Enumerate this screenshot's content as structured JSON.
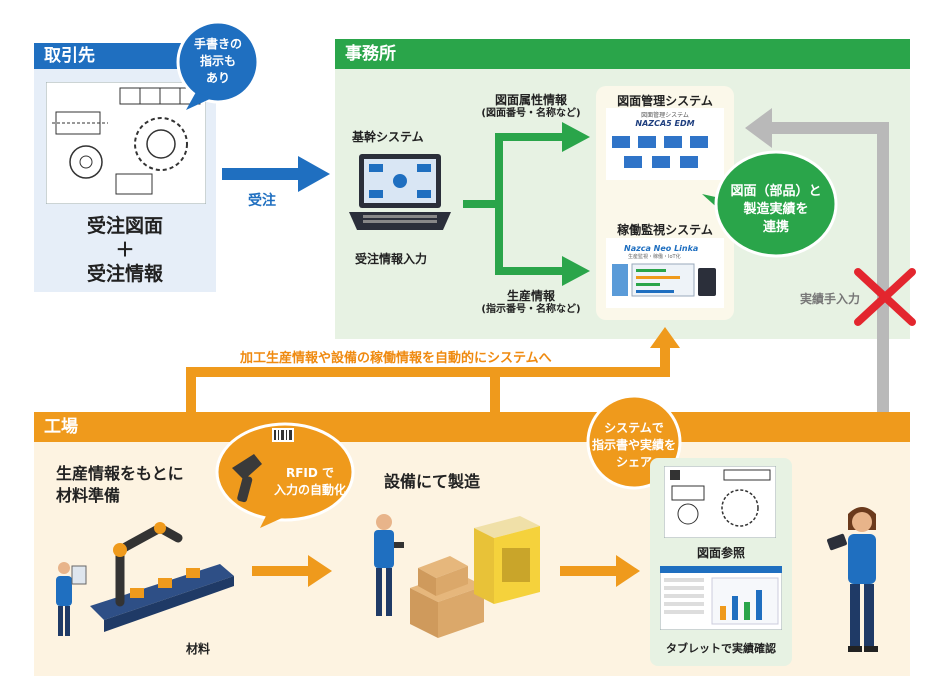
{
  "sections": {
    "client": "取引先",
    "office": "事務所",
    "factory": "工場"
  },
  "client": {
    "bubble": [
      "手書きの",
      "指示も",
      "あり"
    ],
    "caption_line1": "受注図面",
    "caption_plus": "＋",
    "caption_line2": "受注情報"
  },
  "flow": {
    "order": "受注",
    "core_system": "基幹システム",
    "order_entry": "受注情報入力",
    "drawing_attr": "図面属性情報",
    "drawing_attr_sub": "(図面番号・名称など)",
    "production_info": "生産情報",
    "production_info_sub": "(指示番号・名称など)",
    "manual_entry": "実績手入力",
    "auto_to_system": "加工生産情報や設備の稼働情報を自動的にシステムへ"
  },
  "systems": {
    "drawing_mgmt": "図面管理システム",
    "drawing_logo_small": "図面管理システム",
    "drawing_logo": "NAZCA5 EDM",
    "monitor": "稼働監視システム",
    "monitor_logo": "Nazca Neo Linka",
    "monitor_logo_sub": "生産監視・稼働・IoT化",
    "link_bubble": [
      "図面（部品）と",
      "製造実績を",
      "連携"
    ]
  },
  "factory": {
    "prep_line1": "生産情報をもとに",
    "prep_line2": "材料準備",
    "material": "材料",
    "rfid_bubble": [
      "RFID で",
      "入力の自動化"
    ],
    "manufacture": "設備にて製造",
    "share_bubble": [
      "システムで",
      "指示書や実績を",
      "シェア"
    ],
    "drawing_ref": "図面参照",
    "tablet_confirm": "タブレットで実績確認"
  },
  "colors": {
    "blue": "#1f6fc0",
    "green": "#2aa54a",
    "orange": "#ef9a1c",
    "gray": "#b9b9b9",
    "red": "#e3262e"
  }
}
